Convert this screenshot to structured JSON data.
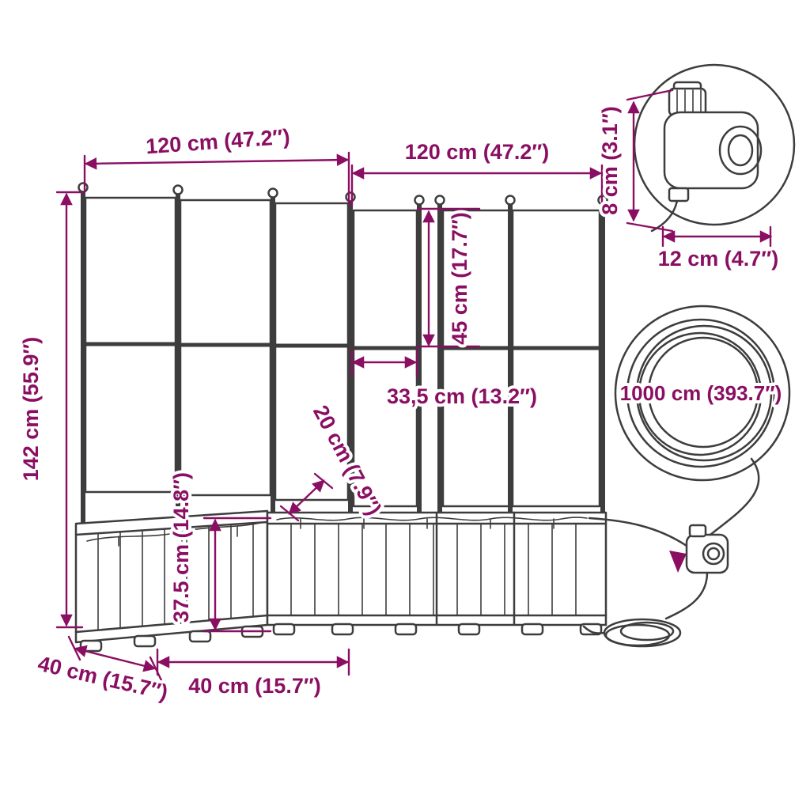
{
  "colors": {
    "dimension": "#8A0F63",
    "line_art": "#3D3D3D",
    "background": "#FFFFFF"
  },
  "dimensions": {
    "width_left": "120 cm (47.2″)",
    "width_right": "120 cm (47.2″)",
    "total_height": "142 cm (55.9″)",
    "trellis_height": "45 cm (17.7″)",
    "timer_height": "8 cm (3.1″)",
    "timer_width": "12 cm (4.7″)",
    "inner_width": "33,5 cm (13.2″)",
    "inner_depth": "20 cm (7.9″)",
    "hose_length": "1000 cm (393.7″)",
    "planter_height": "37.5 cm (14.8″)",
    "depth_left": "40 cm (15.7″)",
    "depth_front": "40 cm (15.7″)"
  }
}
